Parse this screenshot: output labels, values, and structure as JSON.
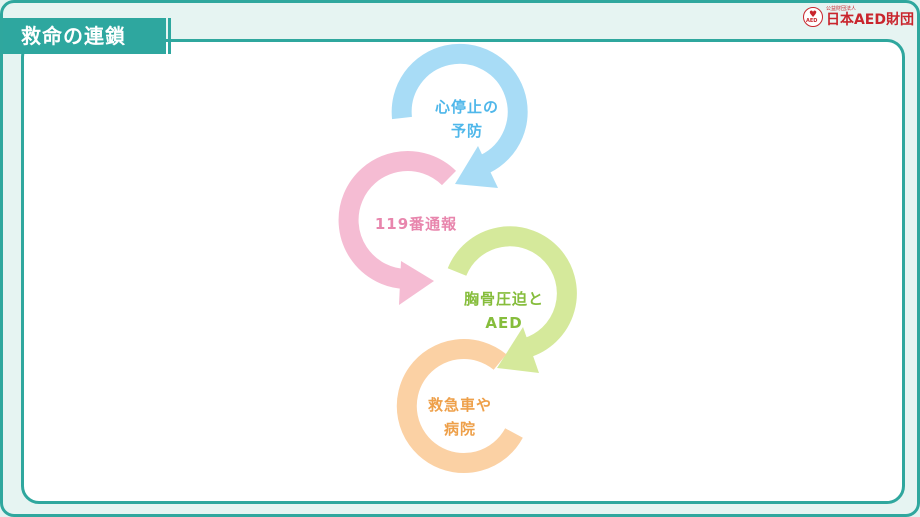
{
  "header": {
    "title": "救命の連鎖"
  },
  "logo": {
    "small_text": "公益財団法人",
    "main_text": "日本AED財団",
    "mark_text": "AED"
  },
  "diagram": {
    "steps": [
      {
        "line1": "心停止の",
        "line2": "予防",
        "color": "#4fb7ea",
        "arrow_color": "#a8dcf6"
      },
      {
        "line1": "119番通報",
        "line2": "",
        "color": "#e886ad",
        "arrow_color": "#f5bcd3"
      },
      {
        "line1": "胸骨圧迫と",
        "line2": "AED",
        "color": "#86bd3c",
        "arrow_color": "#d5e99b"
      },
      {
        "line1": "救急車や",
        "line2": "病院",
        "color": "#eea04a",
        "arrow_color": "#fbd1a4"
      }
    ]
  }
}
